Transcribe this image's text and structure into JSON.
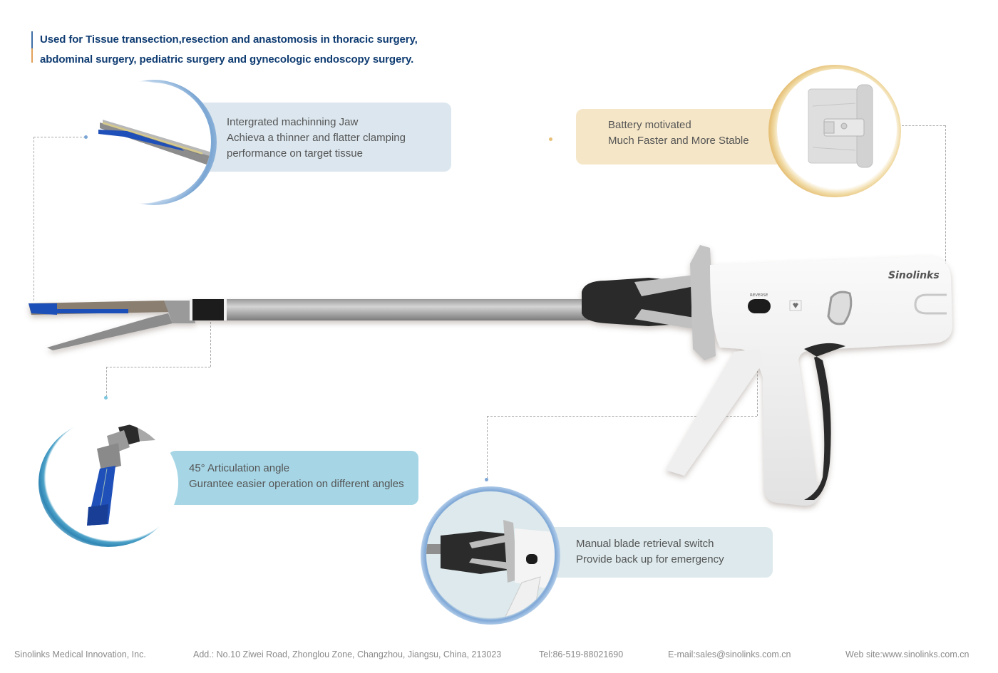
{
  "headline": {
    "line1": "Used for Tissue transection,resection and anastomosis in thoracic surgery,",
    "line2": "abdominal surgery, pediatric surgery and gynecologic endoscopy surgery."
  },
  "features": [
    {
      "id": "jaw",
      "line1": "Intergrated machinning Jaw",
      "line2": "Achieva a thinner and flatter clamping",
      "line3": "performance on target tissue",
      "bg_color": "#dbe6ee",
      "ring_color": "#7ba6d3",
      "image": "stapler-jaw-closeup"
    },
    {
      "id": "battery",
      "line1": "Battery motivated",
      "line2": "Much Faster and More Stable",
      "bg_color": "#f5e6c7",
      "ring_color": "#e6c077",
      "image": "battery-pack"
    },
    {
      "id": "articulation",
      "line1": "45° Articulation angle",
      "line2": "Gurantee easier operation on different angles",
      "bg_color": "#a6d6e6",
      "ring_color": "#4ea3c9",
      "image": "articulated-tip"
    },
    {
      "id": "manual-retrieval",
      "line1": "Manual blade retrieval switch",
      "line2": "Provide back up for emergency",
      "bg_color": "#dde9ec",
      "ring_color": "#7ea7d6",
      "image": "handle-switch-closeup"
    }
  ],
  "product": {
    "brand_mark": "Sinolinks",
    "reverse_label": "REVERSE",
    "accent_blue": "#1f4fb8",
    "handle_white": "#f3f3f3",
    "grip_black": "#2b2b2b"
  },
  "footer": {
    "company": "Sinolinks Medical Innovation, Inc.",
    "address": "Add.: No.10 Ziwei Road, Zhonglou Zone, Changzhou, Jiangsu, China, 213023",
    "tel": "Tel:86-519-88021690",
    "email": "E-mail:sales@sinolinks.com.cn",
    "website": "Web site:www.sinolinks.com.cn"
  }
}
